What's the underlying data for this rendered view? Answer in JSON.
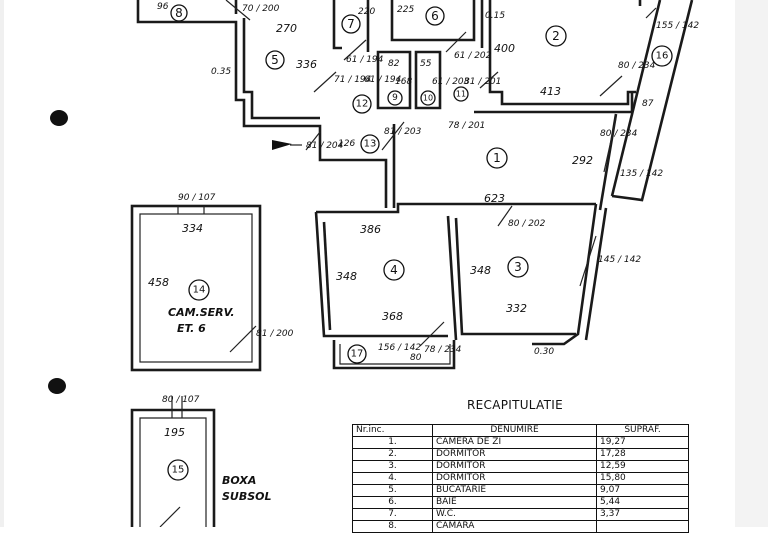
{
  "rooms": [
    {
      "id": "r1",
      "label": "1"
    },
    {
      "id": "r2",
      "label": "2"
    },
    {
      "id": "r3",
      "label": "3"
    },
    {
      "id": "r4",
      "label": "4"
    },
    {
      "id": "r5",
      "label": "5"
    },
    {
      "id": "r6",
      "label": "6"
    },
    {
      "id": "r7",
      "label": "7"
    },
    {
      "id": "r8",
      "label": "8"
    },
    {
      "id": "r9",
      "label": "9"
    },
    {
      "id": "r10",
      "label": "10"
    },
    {
      "id": "r11",
      "label": "11"
    },
    {
      "id": "r12",
      "label": "12"
    },
    {
      "id": "r13",
      "label": "13"
    },
    {
      "id": "r14",
      "label": "14"
    },
    {
      "id": "r15",
      "label": "15"
    },
    {
      "id": "r16",
      "label": "16"
    },
    {
      "id": "r17",
      "label": "17"
    }
  ],
  "dimensions": {
    "d96": "96",
    "d70_200": "70 / 200",
    "d270": "270",
    "d336": "336",
    "d035": "0.35",
    "d220": "220",
    "d225": "225",
    "d015": "0.15",
    "d400": "400",
    "d155_142": "155 / 142",
    "d80_234a": "80 / 234",
    "d87": "87",
    "d61_194a": "61 / 194",
    "d71_194": "71 / 194",
    "d61_194b": "61 / 194",
    "d82": "82",
    "d168": "168",
    "d55": "55",
    "d61_203": "61 / 203",
    "d61_202": "61 / 202",
    "d81_201": "81 / 201",
    "d413": "413",
    "d78_201": "78 / 201",
    "d81_203": "81 / 203",
    "d81_204": "81 / 204",
    "d126": "126",
    "d80_234b": "80 / 234",
    "d292": "292",
    "d135_142": "135 / 142",
    "d90_107a": "90 / 107",
    "d334": "334",
    "d458": "458",
    "d81_200": "81 / 200",
    "d623": "623",
    "d386": "386",
    "d80_202": "80 / 202",
    "d348a": "348",
    "d348b": "348",
    "d145_142": "145 / 142",
    "d368": "368",
    "d332": "332",
    "d030": "0.30",
    "d156_142": "156 / 142",
    "d80": "80",
    "d78_234": "78 / 234",
    "d80_107b": "80 / 107",
    "d195": "195"
  },
  "labels": {
    "cam_serv": "CAM.SERV.",
    "et6": "ET. 6",
    "boxa": "BOXA",
    "subsol": "SUBSOL"
  },
  "recap": {
    "title": "RECAPITULATIE",
    "headers": [
      "Nr.inc.",
      "DENUMIRE",
      "SUPRAF."
    ],
    "rows": [
      [
        "1.",
        "CAMERA DE ZI",
        "19,27"
      ],
      [
        "2.",
        "DORMITOR",
        "17,28"
      ],
      [
        "3.",
        "DORMITOR",
        "12,59"
      ],
      [
        "4.",
        "DORMITOR",
        "15,80"
      ],
      [
        "5.",
        "BUCATARIE",
        "9,07"
      ],
      [
        "6.",
        "BAIE",
        "5,44"
      ],
      [
        "7.",
        "W.C.",
        "3,37"
      ],
      [
        "8.",
        "CAMARA",
        ""
      ]
    ]
  }
}
